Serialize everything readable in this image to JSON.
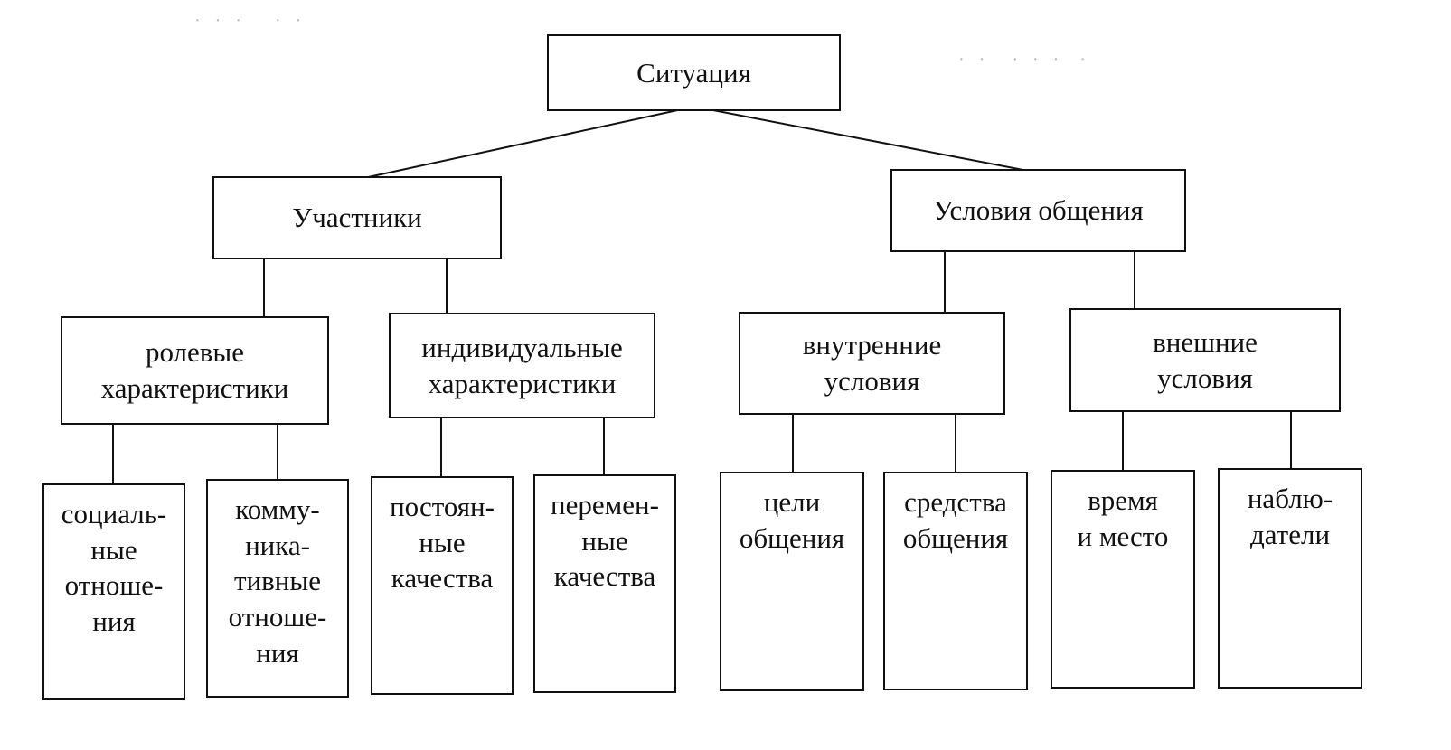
{
  "nodes": {
    "root": "Ситуация",
    "participants": "Участники",
    "conditions": "Условия общения",
    "role": "ролевые\nхарактеристики",
    "individual": "индивидуальные\nхарактеристики",
    "internal": "внутренние\nусловия",
    "external": "внешние\nусловия",
    "social": "социаль-\nные\nотноше-\nния",
    "communicative": "комму-\nника-\nтивные\nотноше-\nния",
    "permanent": "постоян-\nные\nкачества",
    "variable": "перемен-\nные\nкачества",
    "goals": "цели\nобщения",
    "means": "средства\nобщения",
    "time_place": "время\nи место",
    "observers": "наблю-\nдатели"
  }
}
